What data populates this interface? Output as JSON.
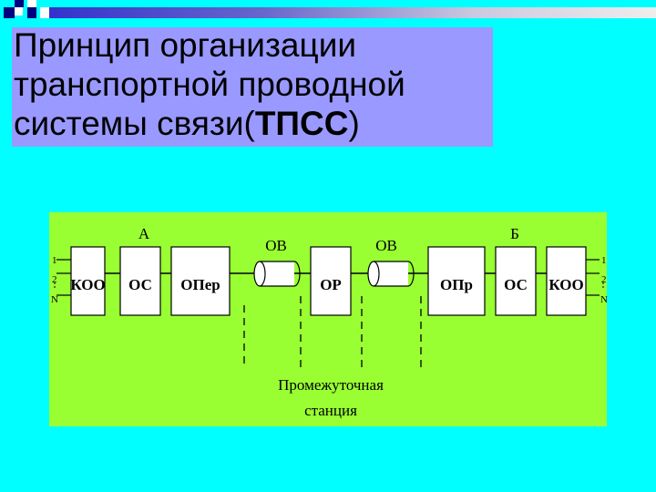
{
  "slide": {
    "title_lines": [
      "Принцип организации",
      "транспортной проводной",
      "системы связи("
    ],
    "title_bold": "ТПСС",
    "title_close": ")"
  },
  "diagram": {
    "point_a": "А",
    "point_b": "Б",
    "fiber_label": "ОВ",
    "channels_left": [
      "1",
      "2",
      "N"
    ],
    "channels_right": [
      "1",
      "2",
      "N"
    ],
    "blocks": [
      "КОО",
      "ОС",
      "ОПер",
      "ОР",
      "ОПр",
      "ОС",
      "КОО"
    ],
    "station_caption": [
      "Промежуточная",
      "станция"
    ]
  },
  "colors": {
    "background": "#00ffff",
    "title_box": "#9999ff",
    "diagram_panel": "#99ff33",
    "deco_dark": "#000080"
  }
}
